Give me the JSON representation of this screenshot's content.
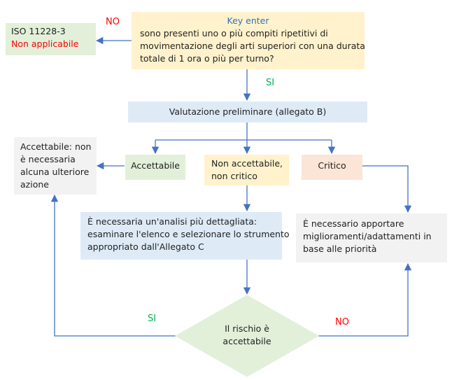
{
  "colors": {
    "arrow": "#4472c4",
    "key_title": "#2e75b6",
    "red": "#ff0000",
    "green": "#00b050",
    "fill_yellow": "#fff2cc",
    "fill_green": "#e2f0d9",
    "fill_blue": "#deebf7",
    "fill_orange": "#fbe5d6",
    "fill_grey": "#f2f2f2",
    "diamond": "#e2f0d9"
  },
  "nodes": {
    "iso": {
      "line1": "ISO 11228-3",
      "line2": "Non applicabile"
    },
    "key_enter": {
      "title": "Key enter",
      "line1": "sono presenti uno o più compiti ripetitivi di",
      "line2": "movimentazione degli arti superiori con una durata",
      "line3": "totale di 1 ora o più per turno?"
    },
    "valutazione": {
      "text": "Valutazione preliminare (allegato B)"
    },
    "accettabile_outcome": {
      "line1": "Accettabile: non",
      "line2": "è necessaria",
      "line3": "alcuna ulteriore",
      "line4": "azione"
    },
    "accettabile": {
      "text": "Accettabile"
    },
    "non_accettabile": {
      "line1": "Non accettabile,",
      "line2": "non critico"
    },
    "critico": {
      "text": "Critico"
    },
    "analisi": {
      "line1": "È necessaria un'analisi più dettagliata:",
      "line2": "esaminare l'elenco e selezionare lo strumento",
      "line3": "appropriato dall'Allegato C"
    },
    "miglioramenti": {
      "line1": "È necessario apportare",
      "line2": "miglioramenti/adattamenti in",
      "line3": "base alle priorità"
    },
    "rischio": {
      "line1": "Il rischio è",
      "line2": "accettabile"
    }
  },
  "labels": {
    "no_top": "NO",
    "si_top": "SI",
    "si_bottom": "SI",
    "no_bottom": "NO"
  }
}
